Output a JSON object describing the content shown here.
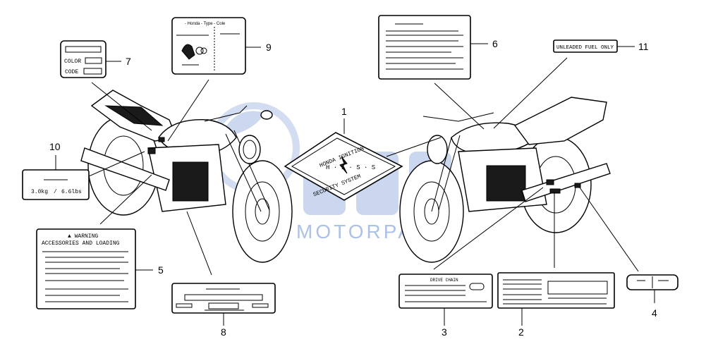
{
  "callouts": [
    "1",
    "2",
    "3",
    "4",
    "5",
    "6",
    "7",
    "8",
    "9",
    "10",
    "11"
  ],
  "label_7": {
    "line1": "COLOR",
    "line2": "CODE"
  },
  "label_9": {
    "header": "- Honda - Type - Cole"
  },
  "label_10": {
    "left": "3.0kg",
    "sep": "/",
    "right": "6.6lbs"
  },
  "label_5": {
    "title": "▲ WARNING",
    "subtitle": "ACCESSORIES AND LOADING"
  },
  "label_11": {
    "text": "UNLEADED FUEL ONLY"
  },
  "label_3": {
    "text": "DRIVE CHAIN"
  },
  "label_1": {
    "top": "HONDA  IGNITION",
    "middle": "H · I · S · S",
    "bottom": "SECURITY  SYSTEM"
  },
  "watermark": {
    "text": "MOTORPARTS",
    "color": "#6a8fd0"
  }
}
